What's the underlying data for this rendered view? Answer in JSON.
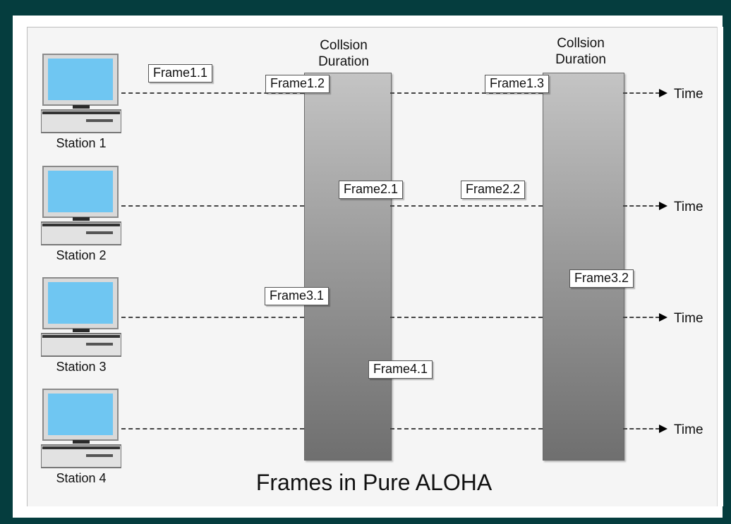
{
  "title": "Frames in Pure ALOHA",
  "time_label": "Time",
  "collision_label_line1": "Collsion",
  "collision_label_line2": "Duration",
  "stations": [
    {
      "label": "Station 1"
    },
    {
      "label": "Station 2"
    },
    {
      "label": "Station 3"
    },
    {
      "label": "Station 4"
    }
  ],
  "frames": {
    "f11": "Frame1.1",
    "f12": "Frame1.2",
    "f13": "Frame1.3",
    "f21": "Frame2.1",
    "f22": "Frame2.2",
    "f31": "Frame3.1",
    "f32": "Frame3.2",
    "f41": "Frame4.1"
  },
  "colors": {
    "background": "#053d3e",
    "monitor_screen": "#6fc6f2",
    "collision_top": "#c4c4c4",
    "collision_bottom": "#6f6f6f"
  }
}
